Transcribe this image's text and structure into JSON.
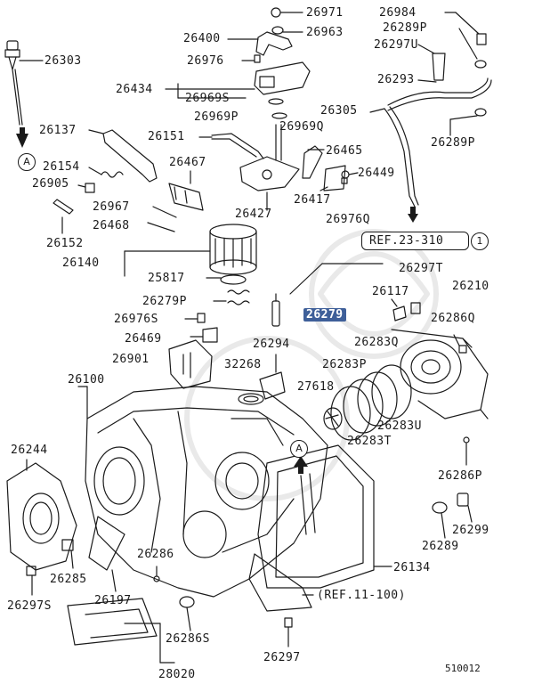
{
  "diagram": {
    "highlight_color": "#3e5f99",
    "highlighted_part": "26279",
    "drawing_code": "510012",
    "labels": {
      "p26971": "26971",
      "p26984": "26984",
      "p26400": "26400",
      "p26963": "26963",
      "p26289P_top": "26289P",
      "p26303": "26303",
      "p26976": "26976",
      "p26297U": "26297U",
      "p26434": "26434",
      "p26969S": "26969S",
      "p26293": "26293",
      "p26969P": "26969P",
      "p26969Q": "26969Q",
      "p26305": "26305",
      "p26137": "26137",
      "p26151": "26151",
      "p26289P_mid": "26289P",
      "p26465": "26465",
      "p26154": "26154",
      "p26467": "26467",
      "p26449": "26449",
      "p26905": "26905",
      "p26417": "26417",
      "p26967": "26967",
      "p26427": "26427",
      "p26976Q": "26976Q",
      "p26468": "26468",
      "p26152": "26152",
      "p26140": "26140",
      "p25817": "25817",
      "p26297T": "26297T",
      "p26117": "26117",
      "p26210": "26210",
      "p26279P": "26279P",
      "p26279": "26279",
      "p26286Q": "26286Q",
      "p26976S": "26976S",
      "p26469": "26469",
      "p26294": "26294",
      "p26283Q": "26283Q",
      "p26901": "26901",
      "p32268": "32268",
      "p26283P": "26283P",
      "p26100": "26100",
      "p27618": "27618",
      "p26283U": "26283U",
      "p26283T": "26283T",
      "p26244": "26244",
      "p26286P": "26286P",
      "p26299": "26299",
      "p26289_low": "26289",
      "p26286": "26286",
      "p26134": "26134",
      "p26285": "26285",
      "p26197": "26197",
      "p26297S": "26297S",
      "p26286S": "26286S",
      "p26297": "26297",
      "p28020": "28020"
    },
    "refs": {
      "ref23": "REF.23-310",
      "ref23_circle": "1",
      "ref11": "(REF.11-100)"
    },
    "callouts": {
      "a_left": "A",
      "a_center": "A"
    }
  }
}
